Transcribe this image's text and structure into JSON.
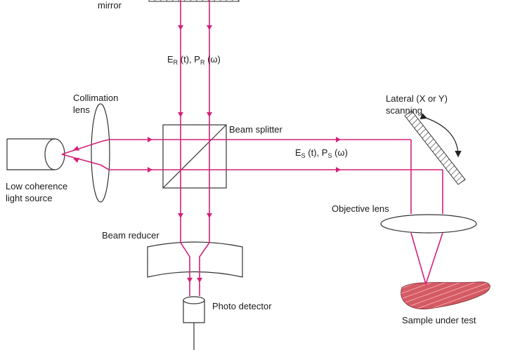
{
  "diagram": {
    "labels": {
      "mirror": "mirror",
      "reference_field": {
        "main": "E",
        "sub": "R",
        "mid": " (t), P",
        "sub2": "R",
        "end": " (ω)"
      },
      "collimation_lens": [
        "Collimation",
        "lens"
      ],
      "source": [
        "Low coherence",
        "light source"
      ],
      "beam_splitter": "Beam splitter",
      "sample_field": {
        "main": "E",
        "sub": "S",
        "mid": " (t), P",
        "sub2": "S",
        "end": " (ω)"
      },
      "lateral_scanning": [
        "Lateral (X or Y)",
        "scanning"
      ],
      "objective_lens": "Objective lens",
      "beam_reducer": "Beam reducer",
      "photo_detector": "Photo detector",
      "sample": "Sample under test"
    },
    "colors": {
      "beam": "#d4207a",
      "optics": "#333333",
      "sample_fill": "#d45a63",
      "sample_stripe": "#f2a7b0"
    }
  }
}
